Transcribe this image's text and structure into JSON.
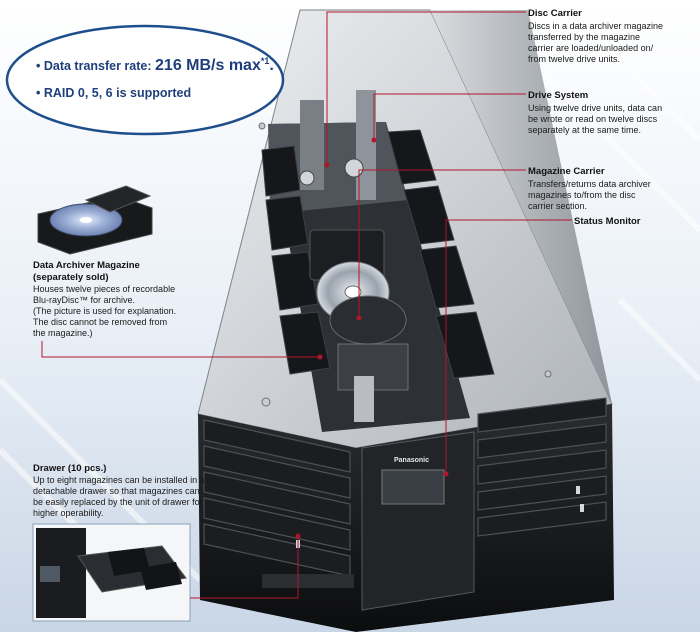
{
  "highlight": {
    "rate_prefix": "• Data transfer rate: ",
    "rate_value": "216 MB/s max",
    "rate_sup": "*1",
    "rate_suffix": ".",
    "raid": "• RAID 0, 5, 6 is supported"
  },
  "callouts": {
    "disc_carrier": {
      "title": "Disc Carrier",
      "lines": [
        "Discs in a data archiver magazine",
        "transferred by the magazine",
        "carrier are loaded/unloaded on/",
        "from twelve drive units."
      ]
    },
    "drive_system": {
      "title": "Drive System",
      "lines": [
        "Using twelve drive units, data can",
        "be wrote or read on twelve discs",
        "separately at the same time."
      ]
    },
    "magazine_carrier": {
      "title": "Magazine Carrier",
      "lines": [
        "Transfers/returns data archiver",
        "magazines to/from the disc",
        "carrier section."
      ]
    },
    "status_monitor": {
      "title": "Status Monitor"
    },
    "archiver_magazine": {
      "title": "Data Archiver Magazine",
      "subtitle": "(separately sold)",
      "lines": [
        "Houses twelve pieces of recordable",
        "Blu-rayDisc™ for archive.",
        "(The picture is used for explanation.",
        "The disc cannot be removed from",
        "the magazine.)"
      ]
    },
    "drawer": {
      "title": "Drawer (10 pcs.)",
      "lines": [
        "Up to eight magazines can be installed in a",
        "detachable drawer so that magazines can",
        "be easily replaced by the unit of drawer for",
        "higher operability."
      ]
    }
  },
  "device": {
    "brand": "Panasonic"
  },
  "colors": {
    "accent_line": "#b0162a",
    "ellipse_border": "#1f4e8c",
    "bullet_text": "#1f3f7c"
  }
}
